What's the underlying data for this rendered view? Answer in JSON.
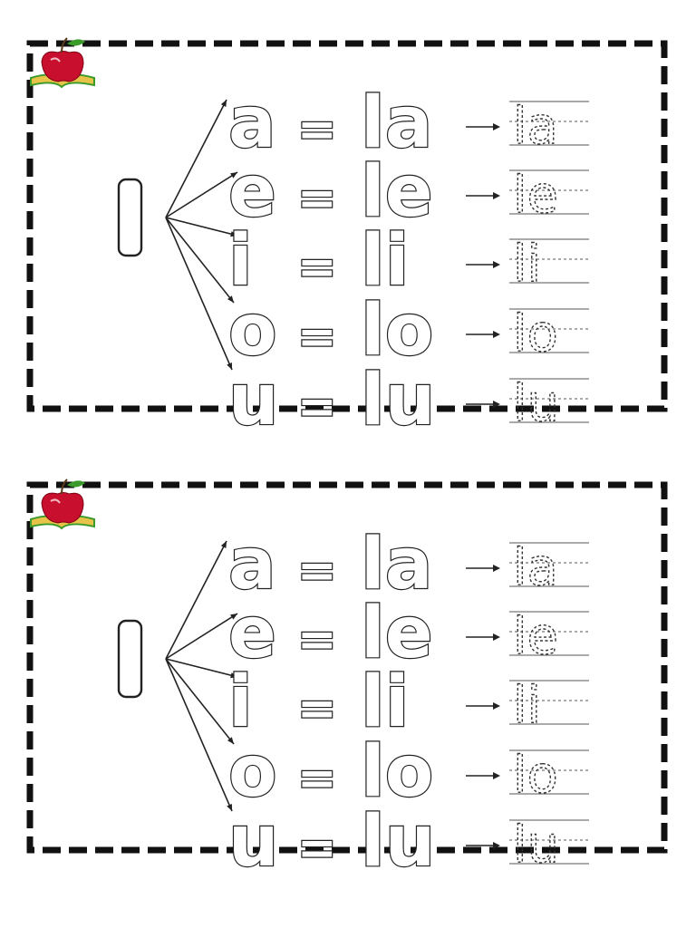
{
  "worksheet": {
    "consonant": "l",
    "rows": [
      {
        "vowel": "a",
        "equals": "=",
        "syllable": "la",
        "trace": "la"
      },
      {
        "vowel": "e",
        "equals": "=",
        "syllable": "le",
        "trace": "le"
      },
      {
        "vowel": "i",
        "equals": "=",
        "syllable": "li",
        "trace": "li"
      },
      {
        "vowel": "o",
        "equals": "=",
        "syllable": "lo",
        "trace": "lo"
      },
      {
        "vowel": "u",
        "equals": "=",
        "syllable": "lu",
        "trace": "lu"
      }
    ],
    "colors": {
      "border": "#111111",
      "letter_outline": "#222222",
      "apple_red": "#c8102e",
      "apple_leaf": "#3a9a2a",
      "book_yellow": "#e8c34a"
    },
    "icons": [
      "apple-book-logo-icon",
      "arrow-icon"
    ]
  }
}
